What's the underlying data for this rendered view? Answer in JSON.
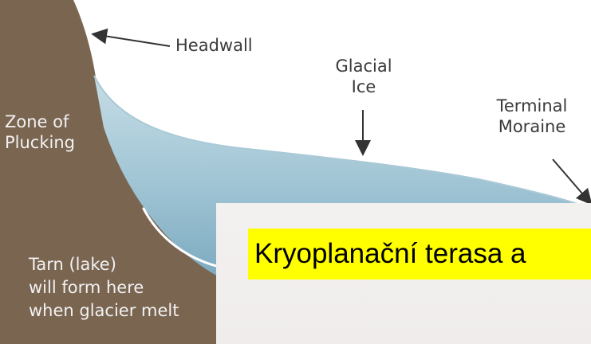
{
  "diagram": {
    "labels": {
      "headwall": "Headwall",
      "glacial_ice": [
        "Glacial",
        "Ice"
      ],
      "terminal_moraine": [
        "Terminal",
        "Moraine"
      ],
      "zone_of_plucking": [
        "Zone of",
        "Plucking"
      ],
      "tarn": [
        "Tarn (lake)",
        "will form here",
        "when glacier melt"
      ]
    }
  },
  "overlay": {
    "caption": "Kryoplanační terasa a"
  }
}
